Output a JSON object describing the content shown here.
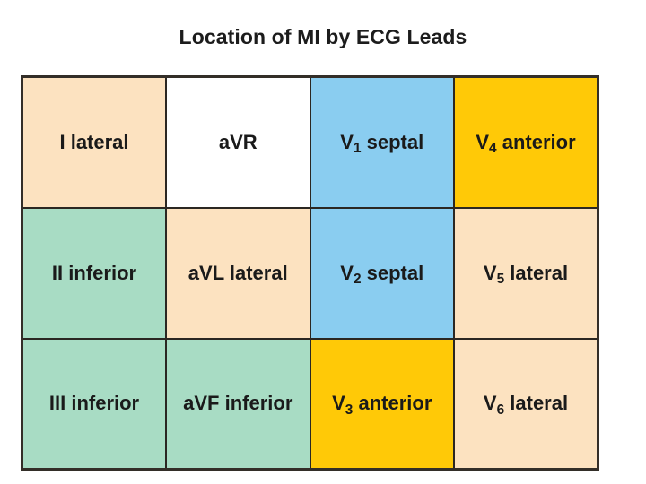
{
  "figure": {
    "title": "Location of MI by ECG Leads"
  },
  "palette": {
    "peach": "#fce2c0",
    "white": "#ffffff",
    "blue": "#8acdf0",
    "yellow": "#ffc907",
    "mint": "#a8dcc4",
    "border": "#2b2722",
    "text": "#1a1a1a"
  },
  "legend_meaning": {
    "peach": "lateral",
    "mint": "inferior",
    "blue": "septal",
    "yellow": "anterior",
    "white": "none"
  },
  "table": {
    "columns": 4,
    "rows_count": 3,
    "rows": [
      {
        "cells": [
          {
            "lead": "I",
            "subscript": "",
            "region": "lateral",
            "text": "I lateral",
            "color": "peach"
          },
          {
            "lead": "aVR",
            "subscript": "",
            "region": "",
            "text": "aVR",
            "color": "white"
          },
          {
            "lead": "V",
            "subscript": "1",
            "region": "septal",
            "text": "V1 septal",
            "color": "blue"
          },
          {
            "lead": "V",
            "subscript": "4",
            "region": "anterior",
            "text": "V4 anterior",
            "color": "yellow"
          }
        ]
      },
      {
        "cells": [
          {
            "lead": "II",
            "subscript": "",
            "region": "inferior",
            "text": "II inferior",
            "color": "mint"
          },
          {
            "lead": "aVL",
            "subscript": "",
            "region": "lateral",
            "text": "aVL lateral",
            "color": "peach"
          },
          {
            "lead": "V",
            "subscript": "2",
            "region": "septal",
            "text": "V2 septal",
            "color": "blue"
          },
          {
            "lead": "V",
            "subscript": "5",
            "region": "lateral",
            "text": "V5 lateral",
            "color": "peach"
          }
        ]
      },
      {
        "cells": [
          {
            "lead": "III",
            "subscript": "",
            "region": "inferior",
            "text": "III inferior",
            "color": "mint"
          },
          {
            "lead": "aVF",
            "subscript": "",
            "region": "inferior",
            "text": "aVF inferior",
            "color": "mint"
          },
          {
            "lead": "V",
            "subscript": "3",
            "region": "anterior",
            "text": "V3 anterior",
            "color": "yellow"
          },
          {
            "lead": "V",
            "subscript": "6",
            "region": "lateral",
            "text": "V6 lateral",
            "color": "peach"
          }
        ]
      }
    ]
  }
}
